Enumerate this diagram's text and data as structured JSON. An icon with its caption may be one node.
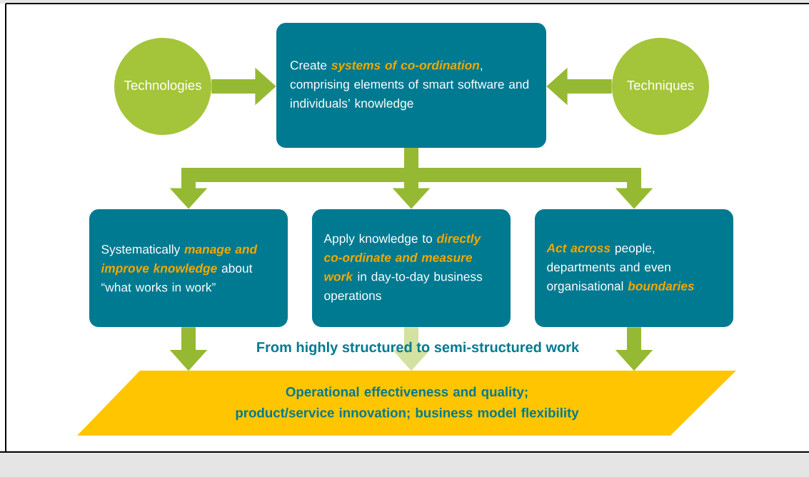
{
  "diagram": {
    "nodes": [
      {
        "text": [
          "Technologies"
        ]
      },
      {
        "text": [
          "Create **systems of co-ordination**, comprising elements of smart software and individuals’ knowledge"
        ]
      },
      {
        "text": [
          "Techniques"
        ]
      },
      {
        "text": [
          "Systematically **manage and improve knowledge** about “what works in work”"
        ]
      },
      {
        "text": [
          "Apply knowledge to **directly co-ordinate and measure work** in day-to-day business operations"
        ]
      },
      {
        "text": [
          "**Act across** people, departments and even organisational **boundaries**"
        ]
      },
      {
        "text": [
          "Operational effectiveness and quality; product/service innovation; business model flexibility"
        ]
      }
    ],
    "edges": [
      {
        "from": 0,
        "to": 1,
        "arrow": "to"
      },
      {
        "from": 2,
        "to": 1,
        "arrow": "to"
      },
      {
        "from": 1,
        "to": 3,
        "arrow": "to"
      },
      {
        "from": 1,
        "to": 4,
        "arrow": "to"
      },
      {
        "from": 1,
        "to": 5,
        "arrow": "to"
      },
      {
        "from": 3,
        "to": 6,
        "arrow": "to"
      },
      {
        "from": 4,
        "to": 6,
        "arrow": "to",
        "color": "#d3e2a0"
      },
      {
        "from": 5,
        "to": 6,
        "arrow": "to"
      }
    ],
    "labels": [
      "From highly structured to semi-structured work"
    ]
  }
}
